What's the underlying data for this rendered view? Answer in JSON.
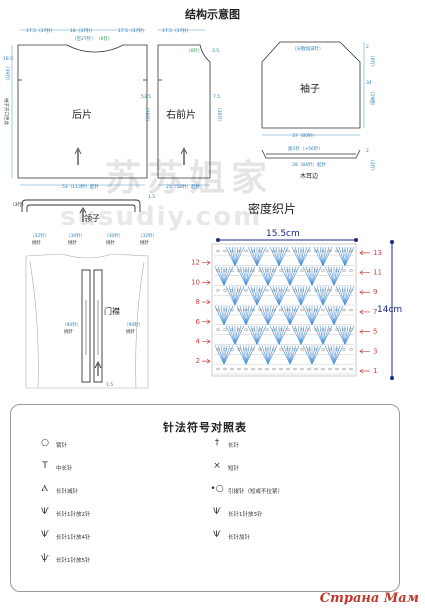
{
  "title": "结构示意图",
  "pieces": {
    "back": "后片",
    "right_front": "右前片",
    "sleeve": "袖子",
    "collar": "领子",
    "placket": "门襟",
    "cuff": "木耳边"
  },
  "measurements": {
    "back_top": [
      "17.5（37针）",
      "18（37针）",
      "17.5（37针）"
    ],
    "back_neck": "（空27针）",
    "back_neck2": "（6针）",
    "back_left_side": "18.5",
    "back_left_rows": "（39行）",
    "back_side_note": "袖子开口至此",
    "back_bottom": "53（113针）起针",
    "mid_height": "53.5",
    "mid_rows": "（46行）",
    "front_top": "17.5（37针）",
    "front_neck": "（6针）",
    "front_neck_h": "3.5",
    "front_width": "25（53针）起针",
    "front_right_h": "7.5",
    "front_right_rows": "（36行）",
    "sleeve_top": "（分散加减针）",
    "sleeve_right": [
      "2",
      "（6行）",
      "34",
      "（29圈）"
    ],
    "sleeve_bottom": "37（80针）",
    "cuff_top": "加1针（+56针）",
    "cuff_bottom": "39（84针）起针",
    "cuff_right": [
      "2",
      "（2行）"
    ],
    "collar_right": "1.5",
    "collar_left": "（3行）",
    "collar_stitches": [
      "（32针）",
      "（30针）",
      "（30针）",
      "（32针）"
    ],
    "collar_labels": [
      "挑针",
      "挑针",
      "挑针",
      "挑针"
    ],
    "body_left": [
      "（90针）",
      "挑针"
    ],
    "body_right": [
      "（90针）",
      "挑针"
    ],
    "placket_bottom": "1.5"
  },
  "density": {
    "title": "密度织片",
    "width": "15.5cm",
    "height": "14cm",
    "rows_left": [
      "12",
      "10",
      "8",
      "6",
      "4",
      "2"
    ],
    "rows_right": [
      "13",
      "11",
      "9",
      "7",
      "5",
      "3",
      "1"
    ]
  },
  "watermark": "苏苏姐家",
  "watermark_url": "susudiy.com",
  "legend": {
    "title": "针法符号对照表",
    "items": [
      {
        "symbol": "○",
        "label": "锁针"
      },
      {
        "symbol": "†",
        "label": "长针"
      },
      {
        "symbol": "T",
        "label": "中长针"
      },
      {
        "symbol": "×",
        "label": "短针"
      },
      {
        "symbol": "Ⲁ",
        "label": "长针减针"
      },
      {
        "symbol": "•○",
        "label": "引拔针（短或不拉紧）"
      },
      {
        "symbol": "Ѱ",
        "label": "长针1针放2针"
      },
      {
        "symbol": "Ѱ",
        "label": "长针1针放3针"
      },
      {
        "symbol": "Ѱ",
        "label": "长针1针放4针"
      },
      {
        "symbol": "Ѱ",
        "label": "长针加针"
      },
      {
        "symbol": "ѱ",
        "label": "长针1针放5针"
      }
    ]
  },
  "brand": "Страна Мам",
  "colors": {
    "line": "#333333",
    "dim": "#2a7fb8",
    "green": "#2e9a5a",
    "red_row": "#d04040",
    "navy": "#1a2a8a",
    "chart_blue": "#4a90d9"
  }
}
